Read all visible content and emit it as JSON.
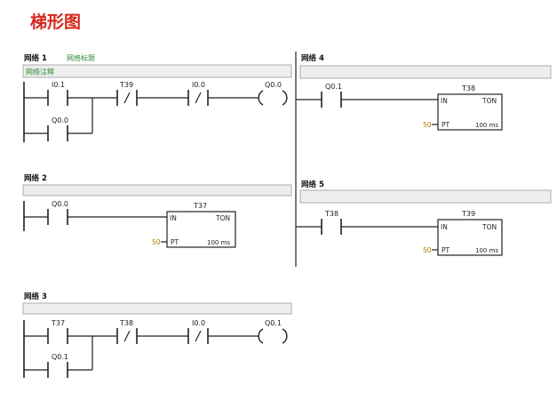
{
  "title": "梯形图",
  "colors": {
    "title": "#d8261c",
    "header_text": "#111111",
    "comment_text": "#2e8b3a",
    "bar_fill": "#eeeeee",
    "bar_border": "#9a9a9a",
    "line": "#222222",
    "timer_pt_value": "#b07a00"
  },
  "networks": [
    {
      "header": "网络 1",
      "comment": "网络标题",
      "bar_text": "网络注释",
      "contacts": [
        {
          "label": "I0.1",
          "type": "NO"
        },
        {
          "label": "Q0.0",
          "type": "NO"
        },
        {
          "label": "T39",
          "type": "NC"
        },
        {
          "label": "I0.0",
          "type": "NC"
        }
      ],
      "coil": {
        "label": "Q0.0"
      }
    },
    {
      "header": "网络 2",
      "comment": "",
      "bar_text": "",
      "contacts": [
        {
          "label": "Q0.0",
          "type": "NO"
        }
      ],
      "timer": {
        "name": "T37",
        "in": "IN",
        "type": "TON",
        "pt_label": "PT",
        "pt_value": "50",
        "base": "100 ms"
      }
    },
    {
      "header": "网络 3",
      "comment": "",
      "bar_text": "",
      "contacts": [
        {
          "label": "T37",
          "type": "NO"
        },
        {
          "label": "Q0.1",
          "type": "NO"
        },
        {
          "label": "T38",
          "type": "NC"
        },
        {
          "label": "I0.0",
          "type": "NC"
        }
      ],
      "coil": {
        "label": "Q0.1"
      }
    },
    {
      "header": "网络 4",
      "comment": "",
      "bar_text": "",
      "contacts": [
        {
          "label": "Q0.1",
          "type": "NO"
        }
      ],
      "timer": {
        "name": "T38",
        "in": "IN",
        "type": "TON",
        "pt_label": "PT",
        "pt_value": "50",
        "base": "100 ms"
      }
    },
    {
      "header": "网络 5",
      "comment": "",
      "bar_text": "",
      "contacts": [
        {
          "label": "T38",
          "type": "NO"
        }
      ],
      "timer": {
        "name": "T39",
        "in": "IN",
        "type": "TON",
        "pt_label": "PT",
        "pt_value": "50",
        "base": "100 ms"
      }
    }
  ]
}
